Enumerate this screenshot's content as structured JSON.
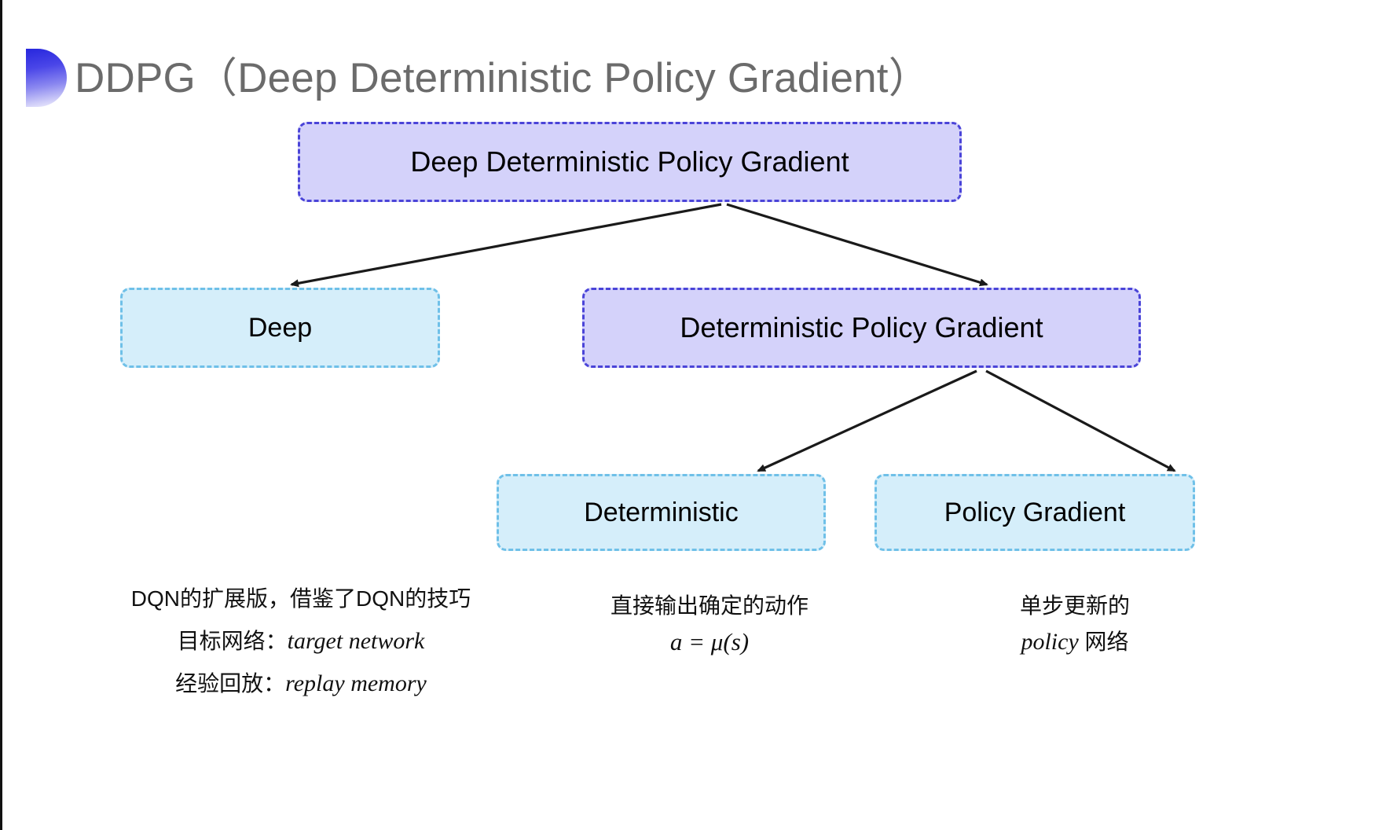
{
  "slide": {
    "title": "DDPG（Deep Deterministic Policy Gradient）",
    "bullet_color": "#3a36e0",
    "background": "#ffffff"
  },
  "palette": {
    "purple_fill": "#d4d2fa",
    "purple_border": "#4a44d8",
    "cyan_fill": "#d5eefa",
    "cyan_border": "#6fc0e8",
    "title_text": "#6b6b6b",
    "arrow": "#1a1a1a"
  },
  "nodes": {
    "root": {
      "label": "Deep Deterministic Policy Gradient",
      "style": "purple"
    },
    "deep": {
      "label": "Deep",
      "style": "cyan"
    },
    "dpg": {
      "label": "Deterministic Policy Gradient",
      "style": "purple"
    },
    "deterministic": {
      "label": "Deterministic",
      "style": "cyan"
    },
    "policy_gradient": {
      "label": "Policy Gradient",
      "style": "cyan"
    }
  },
  "captions": {
    "left": {
      "line1": "DQN的扩展版，借鉴了DQN的技巧",
      "line2_label": "目标网络：",
      "line2_term": "target network",
      "line3_label": "经验回放：",
      "line3_term": "replay memory"
    },
    "middle": {
      "line1": "直接输出确定的动作",
      "formula": "a = μ(s)"
    },
    "right": {
      "line1": "单步更新的",
      "line2_term": "policy",
      "line2_suffix": " 网络"
    }
  },
  "edges": [
    {
      "from": "root",
      "to": "deep"
    },
    {
      "from": "root",
      "to": "dpg"
    },
    {
      "from": "dpg",
      "to": "deterministic"
    },
    {
      "from": "dpg",
      "to": "policy_gradient"
    }
  ]
}
